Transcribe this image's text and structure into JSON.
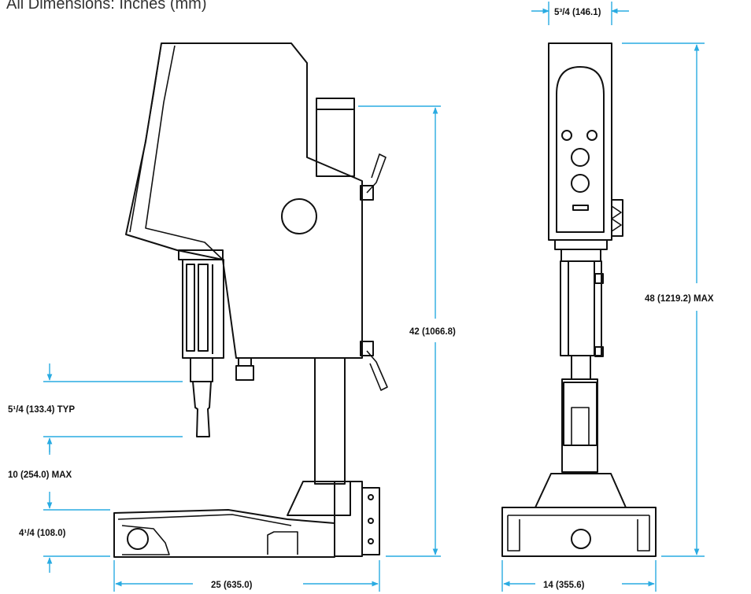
{
  "title": "All Dimensions: Inches (mm)",
  "colors": {
    "dimension_line": "#29abe2",
    "drawing_line": "#111111"
  },
  "dimensions": {
    "width_top": "5³/4 (146.1)",
    "total_height": "48 (1219.2) MAX",
    "column_height": "42 (1066.8)",
    "horn_length": "5¹/4 (133.4) TYP",
    "stroke": "10 (254.0) MAX",
    "base_height": "4¹/4 (108.0)",
    "base_depth": "25 (635.0)",
    "base_width": "14 (355.6)"
  }
}
